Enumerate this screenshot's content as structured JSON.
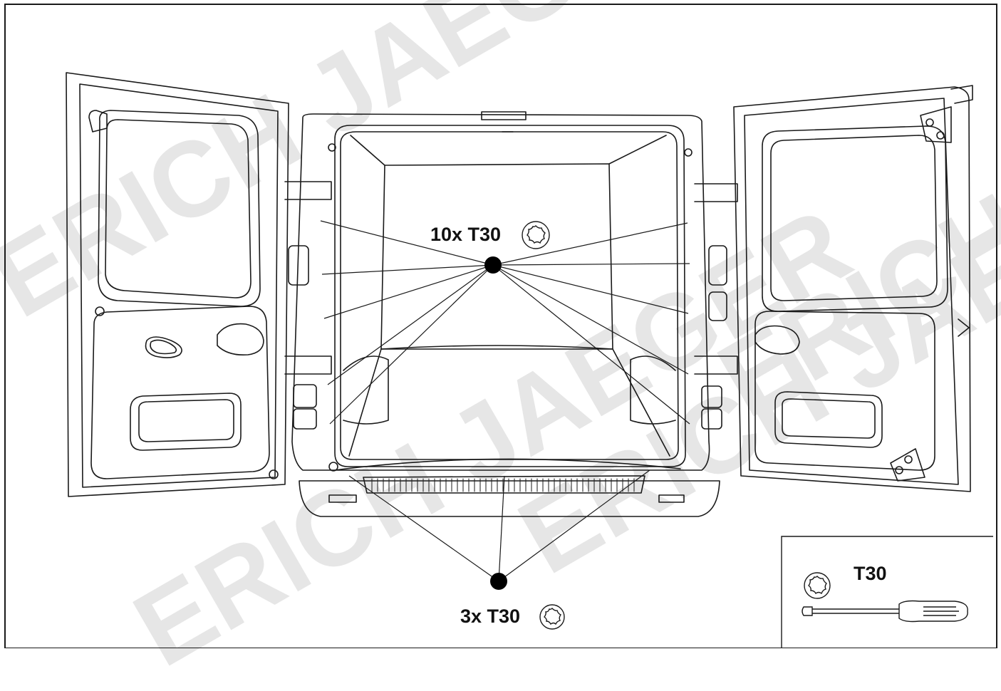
{
  "watermark": {
    "text": "ERICH JAEGER"
  },
  "callouts": {
    "top": {
      "label": "10x T30"
    },
    "bottom": {
      "label": "3x T30"
    }
  },
  "legend": {
    "title": "T30",
    "icon": "torx-icon",
    "tool": "screwdriver-icon"
  },
  "colors": {
    "line": "#1a1a1a",
    "watermark": "#e6e6e6",
    "background": "#ffffff"
  }
}
